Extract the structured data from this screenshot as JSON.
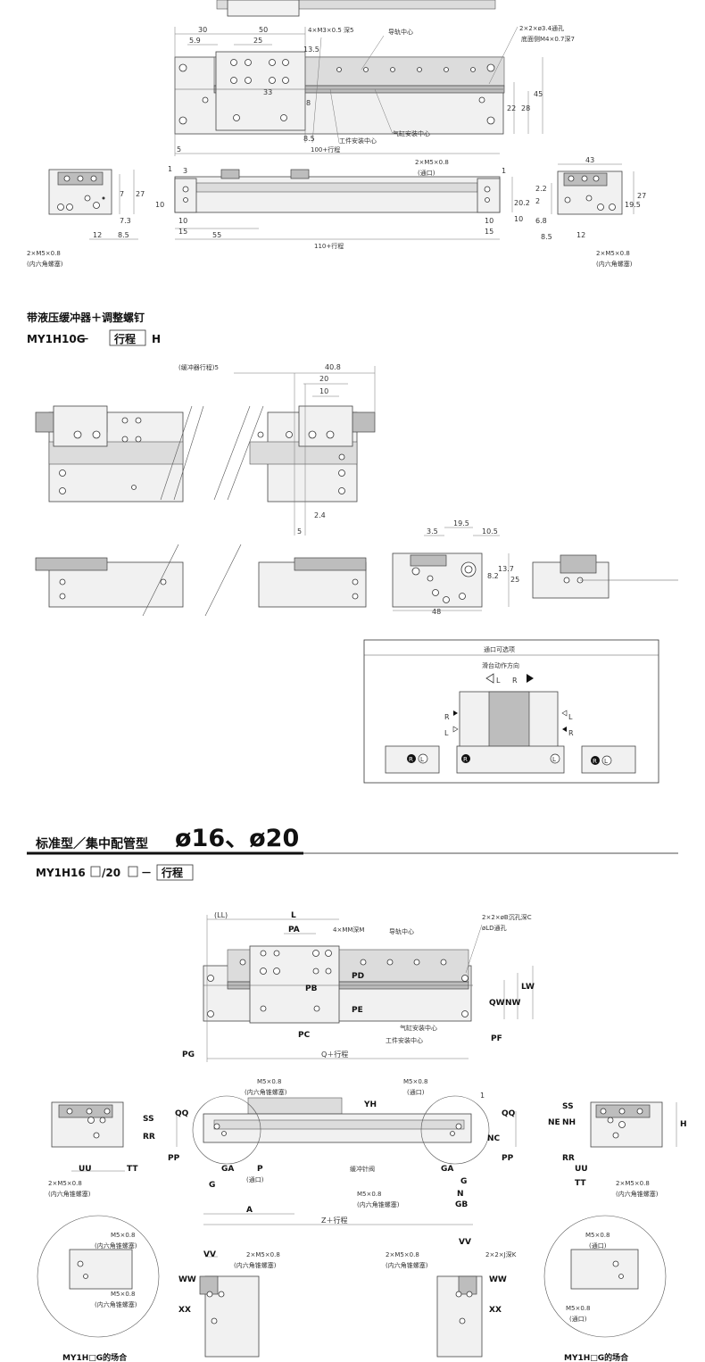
{
  "section1": {
    "dims_top": [
      "30",
      "50",
      "5.9",
      "25",
      "13.5",
      "33",
      "8",
      "8.5",
      "5",
      "22",
      "28",
      "45"
    ],
    "notes": {
      "mount_holes": "4×M3×0.5 深5",
      "rail_center": "导轨中心",
      "through_holes": "2×2×ø3.4通孔",
      "bottom_side": "底面侧M4×0.7深7",
      "cylinder_center": "气缸安装中心",
      "work_center": "工件安装中心",
      "stroke_100": "100+行程",
      "port_m5": "2×M5×0.8",
      "port_label": "(通口)",
      "stroke_110": "110+行程",
      "plug_m5": "2×M5×0.8",
      "plug_label": "(内六角螺塞)"
    },
    "dims_side": [
      "1",
      "3",
      "10",
      "10",
      "15",
      "55",
      "1",
      "10",
      "15",
      "20.2",
      "10"
    ],
    "dims_end_left": [
      "7",
      "27",
      "7.3",
      "12",
      "8.5"
    ],
    "dims_end_right": [
      "43",
      "2.2",
      "2",
      "19.5",
      "27",
      "6.8",
      "8.5",
      "12"
    ]
  },
  "section2": {
    "title": "带液压缓冲器＋调整螺钉",
    "model_prefix": "MY1H10G",
    "model_box": "行程",
    "model_suffix": "H",
    "dims": [
      "(缓冲器行程)5",
      "40.8",
      "20",
      "10",
      "2.4",
      "5",
      "19.5",
      "3.5",
      "10.5",
      "8.2",
      "13.7",
      "25",
      "48"
    ]
  },
  "port_options": {
    "title": "通口可选项",
    "subtitle": "滑台动作方向",
    "dir_l": "L",
    "dir_r": "R",
    "left_r": "R",
    "left_l": "L",
    "right_l": "L",
    "right_r": "R",
    "badge_r": "R",
    "badge_l": "L"
  },
  "section3": {
    "title_cn": "标准型／集中配管型",
    "title_size": "ø16、ø20",
    "model_prefix": "MY1H16",
    "model_mid": "/20",
    "model_dash": "－",
    "model_box": "行程",
    "labels_top": [
      "(LL)",
      "L",
      "PA",
      "4×MM深M",
      "导轨中心",
      "2×2×øB沉孔深C",
      "øLD通孔",
      "PB",
      "PD",
      "PE",
      "QW",
      "NW",
      "LW",
      "PC",
      "PF",
      "气缸安装中心",
      "工件安装中心",
      "PG",
      "Q＋行程"
    ],
    "labels_mid": [
      "M5×0.8",
      "(内六角锥螺塞)",
      "M5×0.8",
      "(通口)",
      "1",
      "QQ",
      "SS",
      "RR",
      "PP",
      "YH",
      "GA",
      "P",
      "(通口)",
      "G",
      "缓冲针阀",
      "GA",
      "QQ",
      "NC",
      "PP",
      "G",
      "N",
      "GB",
      "NE",
      "NH",
      "SS",
      "RR",
      "H",
      "UU",
      "TT",
      "UU",
      "TT",
      "2×M5×0.8",
      "(内六角锥螺塞)",
      "2×M5×0.8",
      "(内六角锥螺塞)",
      "M5×0.8",
      "(内六角锥螺塞)",
      "A",
      "Z＋行程"
    ],
    "labels_bottom": [
      "M5×0.8",
      "(内六角锥螺塞)",
      "M5×0.8",
      "(内六角锥螺塞)",
      "VV",
      "2×M5×0.8",
      "(内六角锥螺塞)",
      "WW",
      "XX",
      "2×M5×0.8",
      "(内六角锥螺塞)",
      "VV",
      "2×2×J深K",
      "WW",
      "XX",
      "M5×0.8",
      "(通口)",
      "M5×0.8",
      "(通口)"
    ],
    "caption_left": "MY1H□G的场合",
    "caption_right": "MY1H□G的场合"
  },
  "colors": {
    "line": "#555555",
    "body": "#f1f1f1",
    "rail": "#dcdcdc",
    "accent": "#111111"
  }
}
